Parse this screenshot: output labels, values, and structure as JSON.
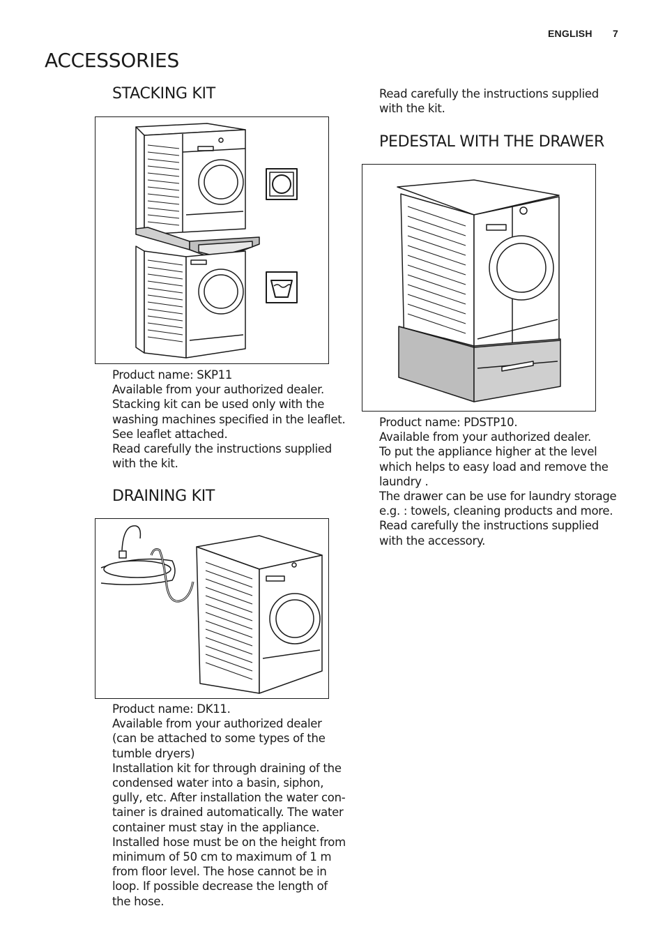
{
  "header": {
    "language": "ENGLISH",
    "page_number": "7"
  },
  "title": "ACCESSORIES",
  "stacking_kit": {
    "heading": "STACKING KIT",
    "lines": [
      "Product name: SKP11",
      "Available from your authorized dealer.",
      "Stacking kit can be used only with the",
      "washing machines specified in the leaflet.",
      "See leaflet attached.",
      "Read carefully the instructions supplied",
      "with the kit."
    ]
  },
  "draining_kit": {
    "heading": "DRAINING KIT",
    "lines": [
      "Product name: DK11.",
      "Available from your authorized dealer",
      "(can be attached to some types of the",
      "tumble dryers)",
      "Installation kit for through draining of the",
      "condensed water into a basin, siphon,",
      "gully, etc. After installation the water con-",
      "tainer is drained automatically. The water",
      "container must stay in the appliance.",
      "Installed hose must be on the height from",
      "minimum of 50 cm to maximum of 1 m",
      "from floor level. The hose cannot be in",
      "loop. If possible decrease the length of",
      "the hose."
    ]
  },
  "right_intro": {
    "lines": [
      "Read carefully the instructions supplied",
      "with the kit."
    ]
  },
  "pedestal": {
    "heading": "PEDESTAL WITH THE DRAWER",
    "lines": [
      "Product name: PDSTP10.",
      "Available from your authorized dealer.",
      "To put the appliance higher at the level",
      "which helps to easy load and remove the",
      "laundry .",
      "The drawer can be use for laundry storage",
      "e.g. : towels, cleaning products and more.",
      "Read carefully the instructions supplied",
      "with the accessory."
    ]
  }
}
